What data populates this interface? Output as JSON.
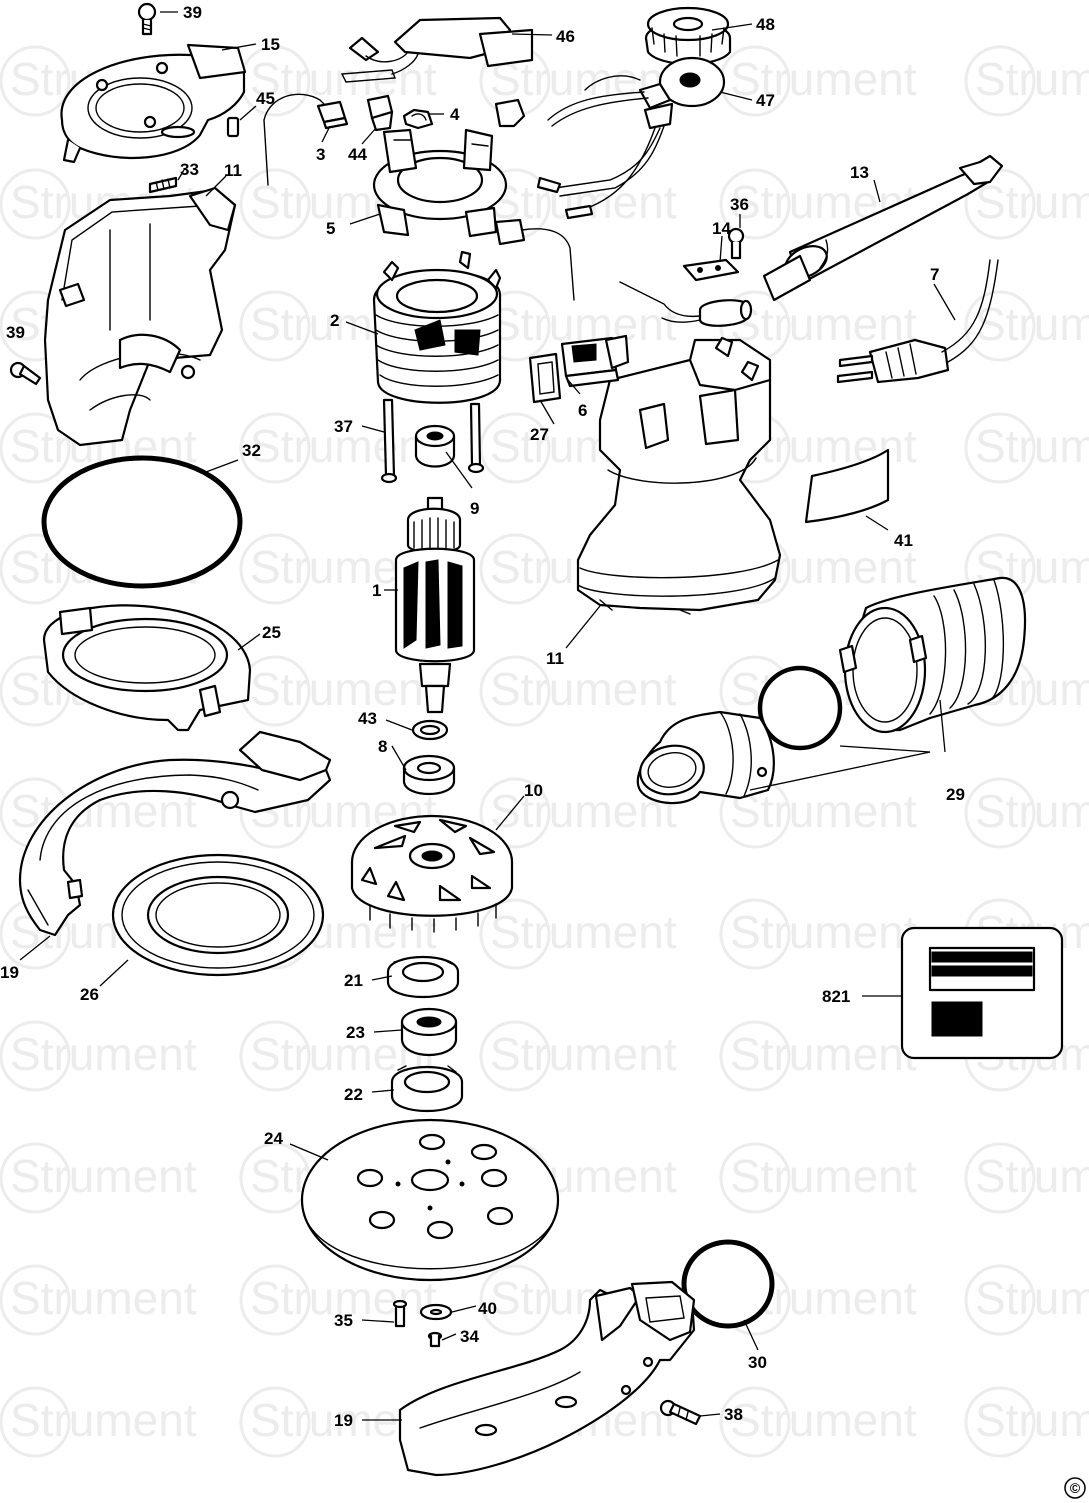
{
  "watermark": {
    "text": "Strument"
  },
  "copyright": "©",
  "label_box": {
    "number": "821"
  },
  "callouts": [
    {
      "id": "c-39a",
      "text": "39"
    },
    {
      "id": "c-15",
      "text": "15"
    },
    {
      "id": "c-46",
      "text": "46"
    },
    {
      "id": "c-48",
      "text": "48"
    },
    {
      "id": "c-45",
      "text": "45"
    },
    {
      "id": "c-4",
      "text": "4"
    },
    {
      "id": "c-47",
      "text": "47"
    },
    {
      "id": "c-3",
      "text": "3"
    },
    {
      "id": "c-44",
      "text": "44"
    },
    {
      "id": "c-33",
      "text": "33"
    },
    {
      "id": "c-11a",
      "text": "11"
    },
    {
      "id": "c-13",
      "text": "13"
    },
    {
      "id": "c-5",
      "text": "5"
    },
    {
      "id": "c-36",
      "text": "36"
    },
    {
      "id": "c-14",
      "text": "14"
    },
    {
      "id": "c-7",
      "text": "7"
    },
    {
      "id": "c-2",
      "text": "2"
    },
    {
      "id": "c-39b",
      "text": "39"
    },
    {
      "id": "c-37",
      "text": "37"
    },
    {
      "id": "c-27",
      "text": "27"
    },
    {
      "id": "c-6",
      "text": "6"
    },
    {
      "id": "c-32",
      "text": "32"
    },
    {
      "id": "c-9",
      "text": "9"
    },
    {
      "id": "c-41",
      "text": "41"
    },
    {
      "id": "c-1",
      "text": "1"
    },
    {
      "id": "c-25",
      "text": "25"
    },
    {
      "id": "c-11b",
      "text": "11"
    },
    {
      "id": "c-43",
      "text": "43"
    },
    {
      "id": "c-8",
      "text": "8"
    },
    {
      "id": "c-10",
      "text": "10"
    },
    {
      "id": "c-29",
      "text": "29"
    },
    {
      "id": "c-19a",
      "text": "19"
    },
    {
      "id": "c-26",
      "text": "26"
    },
    {
      "id": "c-21",
      "text": "21"
    },
    {
      "id": "c-23",
      "text": "23"
    },
    {
      "id": "c-22",
      "text": "22"
    },
    {
      "id": "c-24",
      "text": "24"
    },
    {
      "id": "c-40",
      "text": "40"
    },
    {
      "id": "c-35",
      "text": "35"
    },
    {
      "id": "c-34",
      "text": "34"
    },
    {
      "id": "c-30",
      "text": "30"
    },
    {
      "id": "c-38",
      "text": "38"
    },
    {
      "id": "c-19b",
      "text": "19"
    }
  ]
}
